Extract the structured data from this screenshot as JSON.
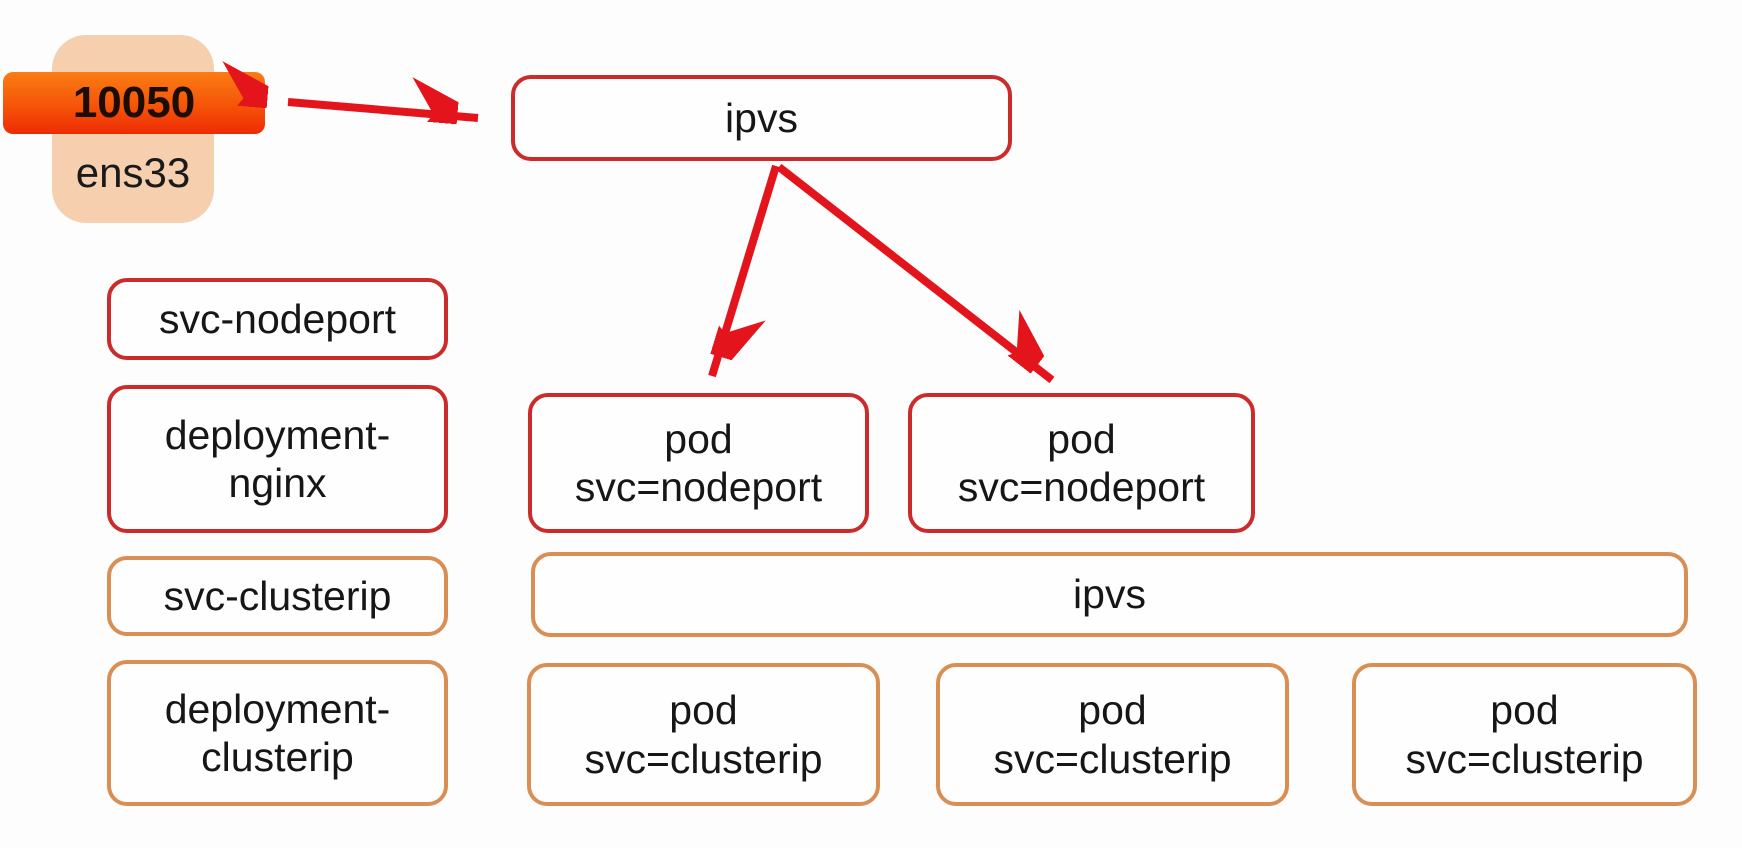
{
  "background": "#fdfdfd",
  "colors": {
    "red_border": "#cc2b2b",
    "orange_border": "#d98e54",
    "arrow_red": "#e3141c",
    "node_panel_peach": "#f6cfae",
    "port_pill_top": "#fa7d14",
    "port_pill_bottom": "#ee2b04",
    "label_text": "#161616"
  },
  "interface_card": {
    "port_label": "10050",
    "interface_name": "ens33"
  },
  "nodeport_section": {
    "ipvs_label": "ipvs",
    "svc_label": "svc-nodeport",
    "deployment_line1": "deployment-",
    "deployment_line2": "nginx",
    "pods": [
      {
        "line1": "pod",
        "line2": "svc=nodeport"
      },
      {
        "line1": "pod",
        "line2": "svc=nodeport"
      }
    ]
  },
  "clusterip_section": {
    "ipvs_label": "ipvs",
    "svc_label": "svc-clusterip",
    "deployment_line1": "deployment-",
    "deployment_line2": "clusterip",
    "pods": [
      {
        "line1": "pod",
        "line2": "svc=clusterip"
      },
      {
        "line1": "pod",
        "line2": "svc=clusterip"
      },
      {
        "line1": "pod",
        "line2": "svc=clusterip"
      }
    ]
  },
  "arrows": {
    "port_to_ipvs": "bidirectional",
    "ipvs_to_pods": "one-way"
  }
}
